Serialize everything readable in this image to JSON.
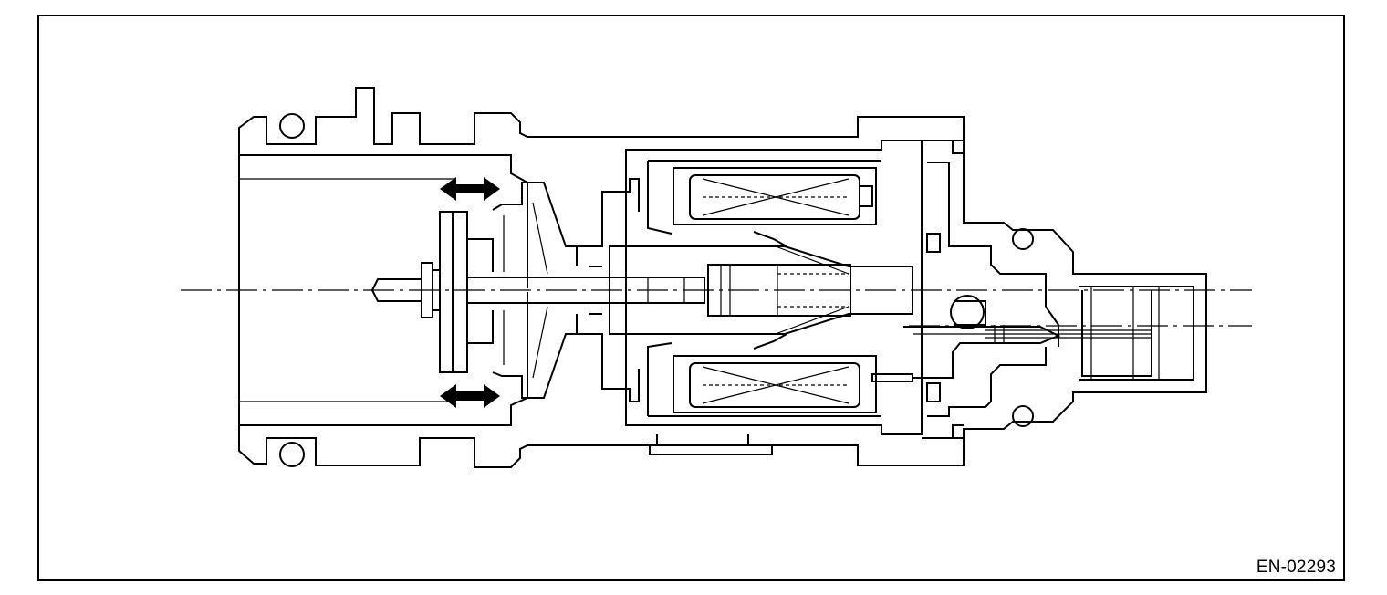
{
  "figure": {
    "code": "EN-02293"
  },
  "icons": {
    "upper_arrow": "double-headed-arrow",
    "lower_arrow": "double-headed-arrow"
  }
}
